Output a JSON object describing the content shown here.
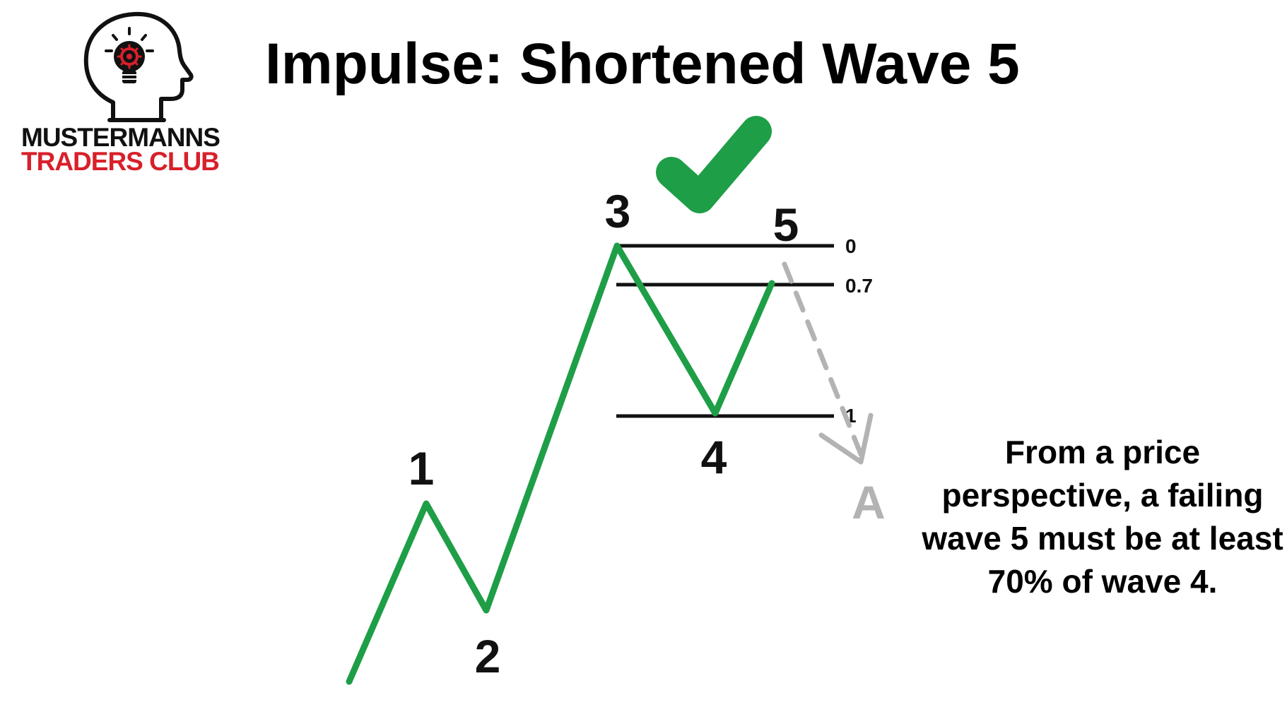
{
  "logo": {
    "line1": "MUSTERMANNS",
    "line2": "TRADERS CLUB",
    "icon": "head-with-lightbulb-icon",
    "colors": {
      "dark": "#111111",
      "accent": "#d8202a"
    }
  },
  "title": "Impulse: Shortened Wave 5",
  "checkmark": {
    "icon": "checkmark-icon",
    "color": "#1e9e47"
  },
  "waves": {
    "labels": [
      "1",
      "2",
      "3",
      "4",
      "5"
    ],
    "correction_label": "A",
    "color": "#1e9e47",
    "correction_color": "#b3b3b3"
  },
  "fib_levels": [
    {
      "label": "0"
    },
    {
      "label": "0.7"
    },
    {
      "label": "1"
    }
  ],
  "note": "From a price perspective, a failing wave 5 must be at least 70% of wave 4."
}
